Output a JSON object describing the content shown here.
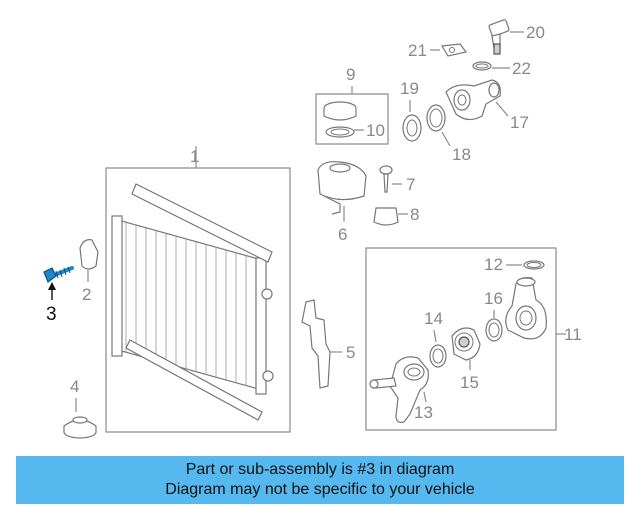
{
  "callouts": {
    "c1": "1",
    "c2": "2",
    "c3": "3",
    "c4": "4",
    "c5": "5",
    "c6": "6",
    "c7": "7",
    "c8": "8",
    "c9": "9",
    "c10": "10",
    "c11": "11",
    "c12": "12",
    "c13": "13",
    "c14": "14",
    "c15": "15",
    "c16": "16",
    "c17": "17",
    "c18": "18",
    "c19": "19",
    "c20": "20",
    "c21": "21",
    "c22": "22"
  },
  "highlight_color": "#1e88c8",
  "banner": {
    "line1": "Part or sub-assembly is #3 in diagram",
    "line2": "Diagram may not be specific to your vehicle",
    "background": "#55b9f0"
  }
}
